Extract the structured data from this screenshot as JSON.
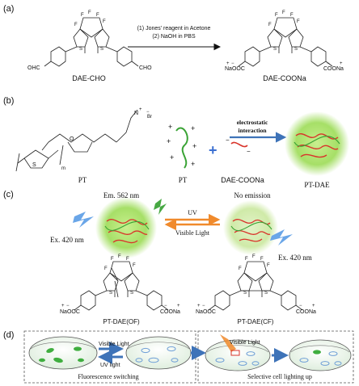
{
  "panels": {
    "a": {
      "label": "(a)",
      "reactant": "DAE-CHO",
      "product": "DAE-COONa",
      "step1": "(1) Jones' reagent in Acetone",
      "step2": "(2) NaOH in PBS",
      "ohc": "OHC",
      "cho": "CHO",
      "naooc": "NaOOC",
      "coona": "COONa",
      "plus": "+",
      "minus": "−",
      "f": "F",
      "s": "S"
    },
    "b": {
      "label": "(b)",
      "pt_name": "PT",
      "pt_name_2": "PT",
      "dae_name": "DAE-COONa",
      "ptdae_name": "PT-DAE",
      "interaction_1": "electrostatic",
      "interaction_2": "interaction",
      "plus_sign": "+",
      "n_atom": "N",
      "br_atom": "Br",
      "o_atom": "O",
      "s_atom": "S",
      "m_sub": "m",
      "plus": "+",
      "minus": "−"
    },
    "c": {
      "label": "(c)",
      "emission": "Em. 562 nm",
      "no_emission": "No emission",
      "ex_left": "Ex. 420 nm",
      "ex_right": "Ex. 420 nm",
      "uv": "UV",
      "visible": "Visible Light",
      "of_name": "PT-DAE(OF)",
      "cf_name": "PT-DAE(CF)",
      "naooc": "NaOOC",
      "coona": "COONa",
      "f": "F",
      "s": "S",
      "plus": "+",
      "minus": "−"
    },
    "d": {
      "label": "(d)",
      "visible_1": "Visible Light",
      "uv_light": "UV light",
      "visible_2": "Visible Light",
      "caption_left": "Fluorescence switching",
      "caption_right": "Selective cell lighting up"
    }
  },
  "colors": {
    "glow_green": "#8fd35a",
    "chain_red": "#d9342b",
    "chain_green": "#3aa335",
    "plus_blue": "#3b6fd1",
    "arrow_orange": "#f08a2c",
    "arrow_blue": "#3e73b8",
    "lightning_blue": "#6aa6e8",
    "lightning_green": "#47a843",
    "cell_blue": "#6d9ed6",
    "cell_green": "#3fae3f",
    "dish_fill": "#eaf3ea"
  }
}
